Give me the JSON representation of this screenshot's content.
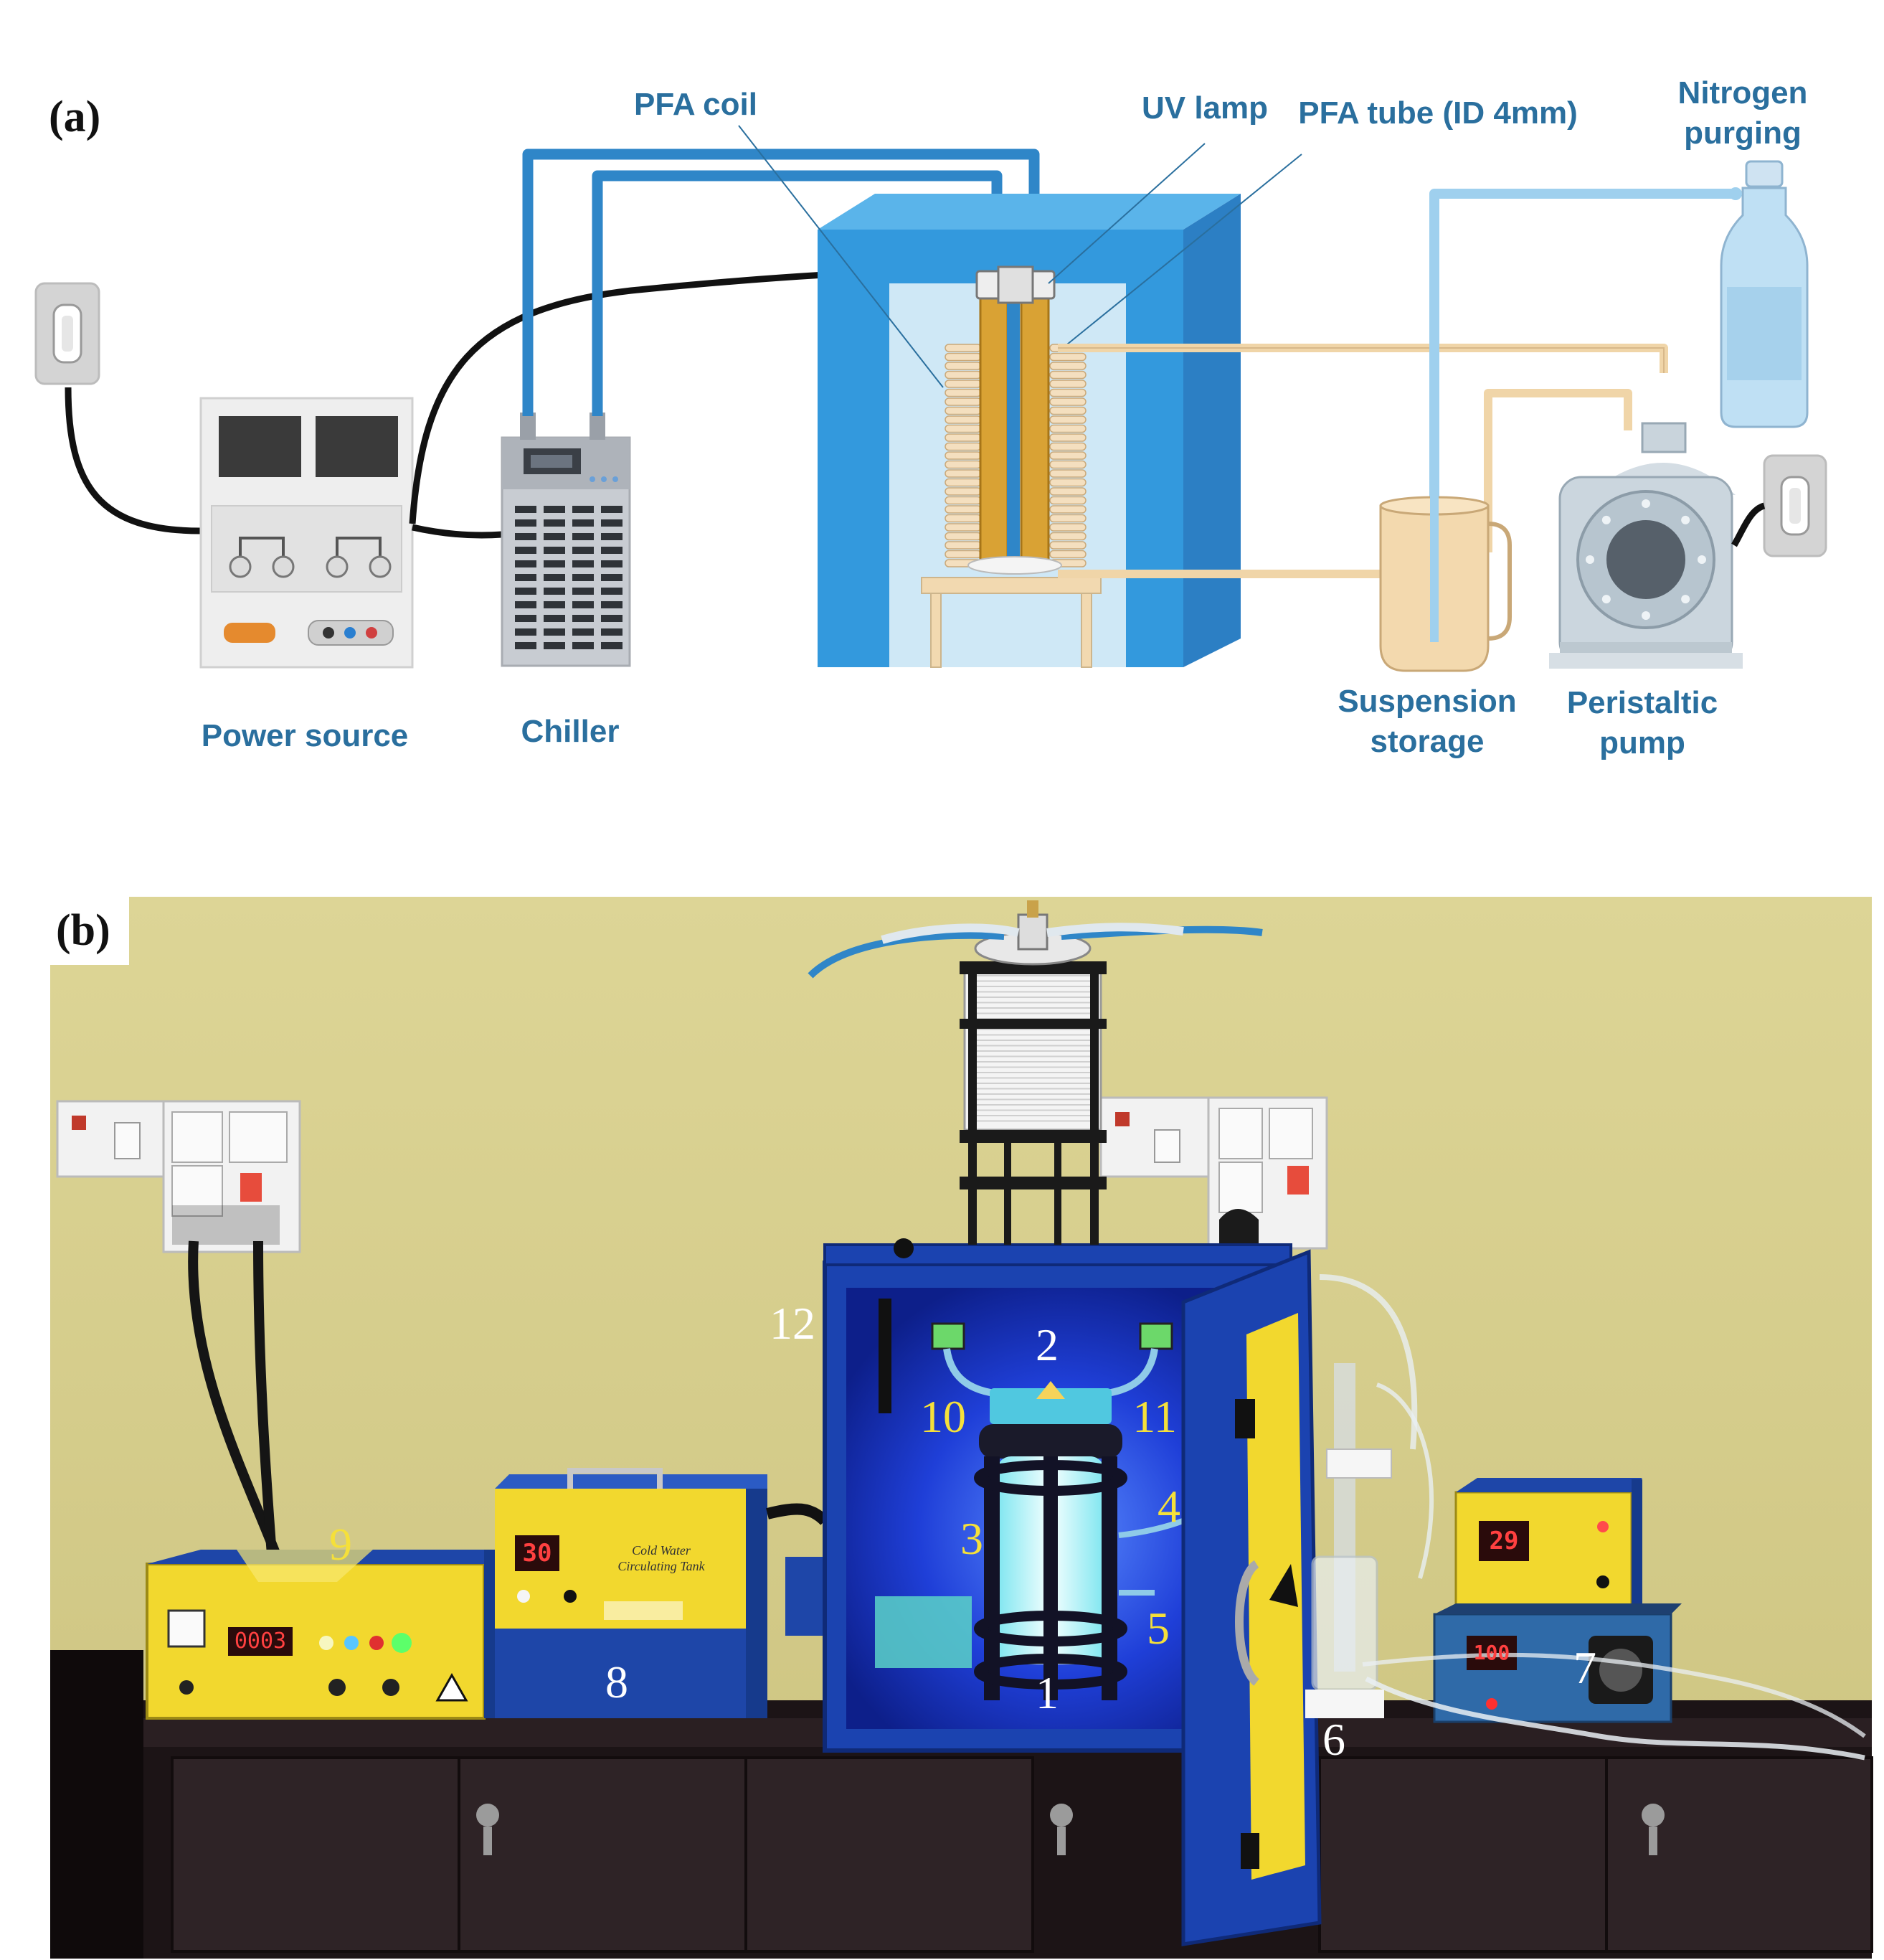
{
  "panel_a": {
    "tag": "(a)",
    "labels": {
      "pfa_coil": "PFA coil",
      "uv_lamp": "UV lamp",
      "pfa_tube": "PFA tube (ID 4mm)",
      "nitrogen": "Nitrogen purging",
      "power_source": "Power source",
      "chiller": "Chiller",
      "suspension": "Suspension storage",
      "pump": "Peristaltic pump"
    }
  },
  "panel_b": {
    "tag": "(b)",
    "numbers": [
      "1",
      "2",
      "3",
      "4",
      "5",
      "6",
      "7",
      "8",
      "9",
      "10",
      "11",
      "12"
    ],
    "displays": {
      "chiller_display": "30",
      "power_display": "0003",
      "controller_display": "29",
      "pump_display": "100"
    },
    "chiller_box_text": "Cold Water Circulating Tank"
  },
  "colors": {
    "label_blue": "#2a6f9e",
    "cabinet_blue": "#3399dd",
    "tube_blue": "#2f86c8",
    "wall": "#d8cf8e",
    "yellow_panel": "#f2d82e",
    "uv_glow": "#1a3ad0"
  }
}
